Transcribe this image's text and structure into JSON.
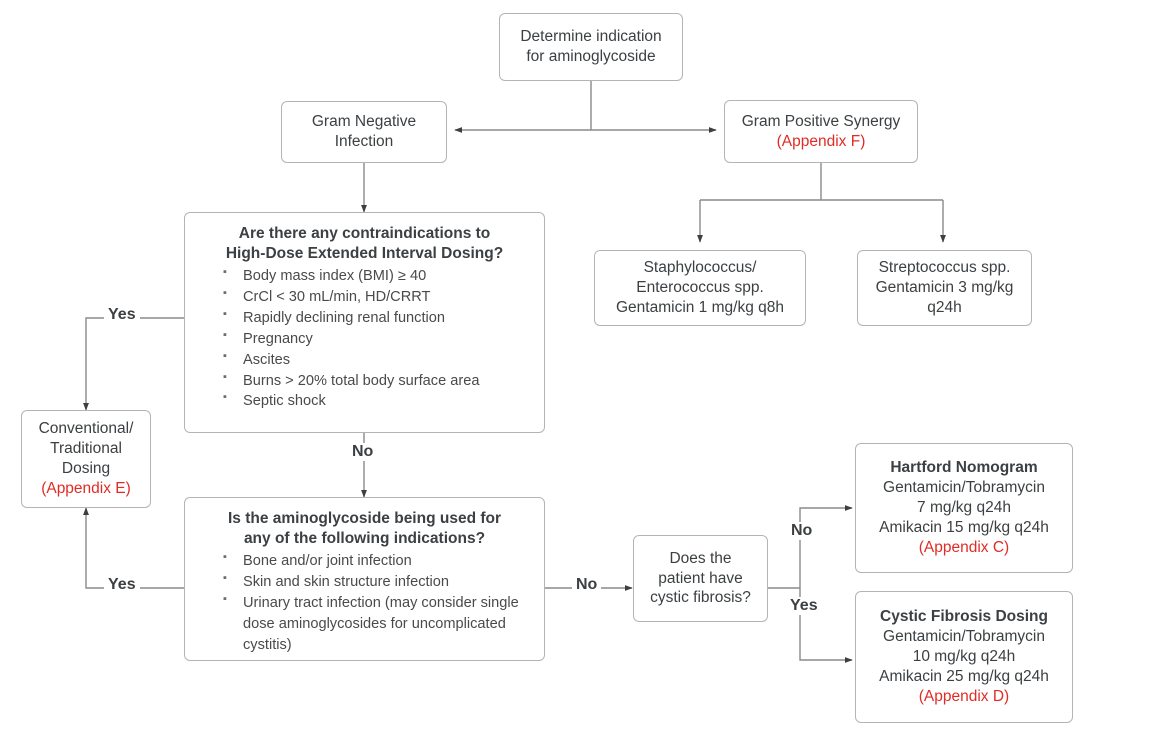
{
  "diagram": {
    "title": "Aminoglycoside dosing algorithm",
    "colors": {
      "text": "#3c4043",
      "accent_red": "#e02c26",
      "node_border": "#b4b4b4",
      "wire": "#8a8a8a",
      "background": "#ffffff"
    }
  },
  "nodes": {
    "determine_indication": {
      "line1": "Determine indication",
      "line2": "for aminoglycoside"
    },
    "gram_negative": {
      "line1": "Gram Negative",
      "line2": "Infection"
    },
    "gram_positive": {
      "line1": "Gram Positive Synergy",
      "line2": "(Appendix F)"
    },
    "staph_entero": {
      "line1": "Staphylococcus/",
      "line2": "Enterococcus spp.",
      "line3": "Gentamicin 1 mg/kg q8h"
    },
    "strep": {
      "line1": "Streptococcus spp.",
      "line2": "Gentamicin 3 mg/kg",
      "line3": "q24h"
    },
    "contraindications": {
      "title_line1": "Are there any contraindications to",
      "title_line2": "High-Dose Extended Interval Dosing?",
      "bullets": [
        "Body mass index (BMI) ≥ 40",
        "CrCl < 30 mL/min, HD/CRRT",
        "Rapidly declining renal function",
        "Pregnancy",
        "Ascites",
        "Burns > 20% total body surface area",
        "Septic shock"
      ]
    },
    "conventional": {
      "line1": "Conventional/",
      "line2": "Traditional",
      "line3": "Dosing",
      "line4": "(Appendix E)"
    },
    "indications": {
      "title_line1": "Is the aminoglycoside being used for",
      "title_line2": "any of the following indications?",
      "bullets": [
        "Bone and/or joint infection",
        "Skin and skin structure infection",
        "Urinary tract infection (may consider single dose aminoglycosides for uncomplicated cystitis)"
      ]
    },
    "cystic_fibrosis_question": {
      "line1": "Does the",
      "line2": "patient have",
      "line3": "cystic fibrosis?"
    },
    "hartford": {
      "line1": "Hartford Nomogram",
      "line2": "Gentamicin/Tobramycin",
      "line3": "7 mg/kg q24h",
      "line4": "Amikacin 15 mg/kg q24h",
      "line5": "(Appendix C)"
    },
    "cf_dosing": {
      "line1": "Cystic Fibrosis Dosing",
      "line2": "Gentamicin/Tobramycin",
      "line3": "10 mg/kg q24h",
      "line4": "Amikacin 25 mg/kg q24h",
      "line5": "(Appendix D)"
    }
  },
  "edge_labels": {
    "contraindications_yes": "Yes",
    "contraindications_no": "No",
    "indications_yes": "Yes",
    "indications_no": "No",
    "cf_no": "No",
    "cf_yes": "Yes"
  }
}
